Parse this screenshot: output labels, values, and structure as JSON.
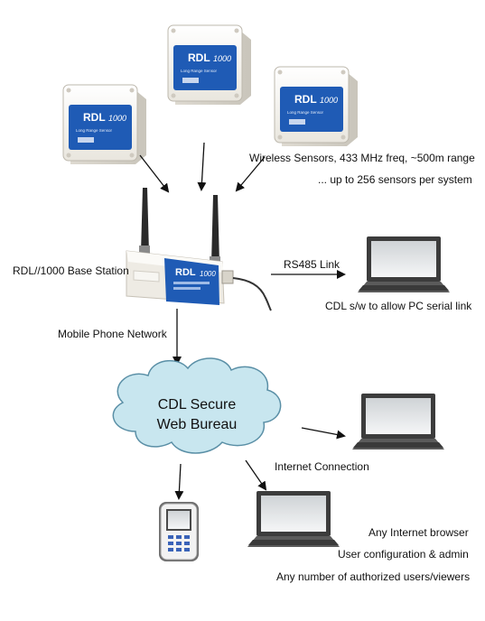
{
  "sensors": [
    {
      "brand": "RDL",
      "model": "1000",
      "subtitle": "Long Range Sensor"
    },
    {
      "brand": "RDL",
      "model": "1000",
      "subtitle": "Long Range Sensor"
    },
    {
      "brand": "RDL",
      "model": "1000",
      "subtitle": "Long Range Sensor"
    }
  ],
  "labels": {
    "wireless_sensors": "Wireless Sensors, 433 MHz freq, ~500m range",
    "sensors_per_system": "... up to 256 sensors per system",
    "base_station": "RDL//1000 Base Station",
    "rs485": "RS485 Link",
    "cdl_serial": "CDL  s/w to allow PC serial link",
    "mobile_network": "Mobile Phone Network",
    "cloud_line1": "CDL Secure",
    "cloud_line2": "Web Bureau",
    "internet_connection": "Internet Connection",
    "any_browser": "Any Internet browser",
    "user_config": "User configuration & admin",
    "any_users": "Any number of authorized users/viewers"
  },
  "base_station_device": {
    "brand": "RDL",
    "model": "1000"
  },
  "colors": {
    "device_blue": "#1f5bb5",
    "device_body": "#f4f2ec",
    "cloud_fill": "#c8e6ef",
    "cloud_stroke": "#5a8fa6",
    "arrow": "#111111"
  }
}
